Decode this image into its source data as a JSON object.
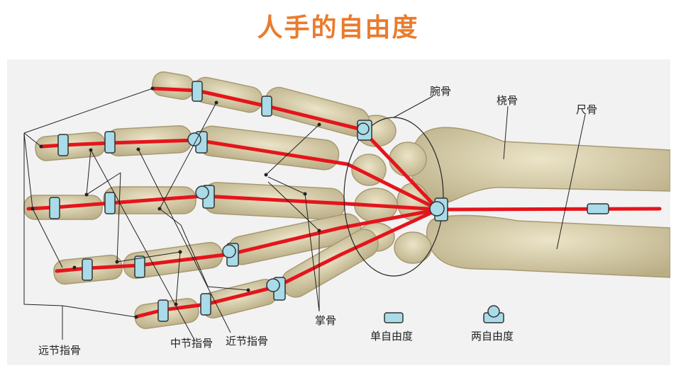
{
  "title": "人手的自由度",
  "colors": {
    "title": "#ea7b2d",
    "chain": "#e5141b",
    "joint": "#a9dbe8",
    "bone": "#d8cfae",
    "background": "#f2f2f2"
  },
  "labels": {
    "carpal": "腕骨",
    "radius": "桡骨",
    "ulna": "尺骨",
    "metacarpal": "掌骨",
    "distal_phalanx": "远节指骨",
    "middle_phalanx": "中节指骨",
    "proximal_phalanx": "近节指骨"
  },
  "legend": {
    "single": "单自由度",
    "double": "两自由度"
  }
}
